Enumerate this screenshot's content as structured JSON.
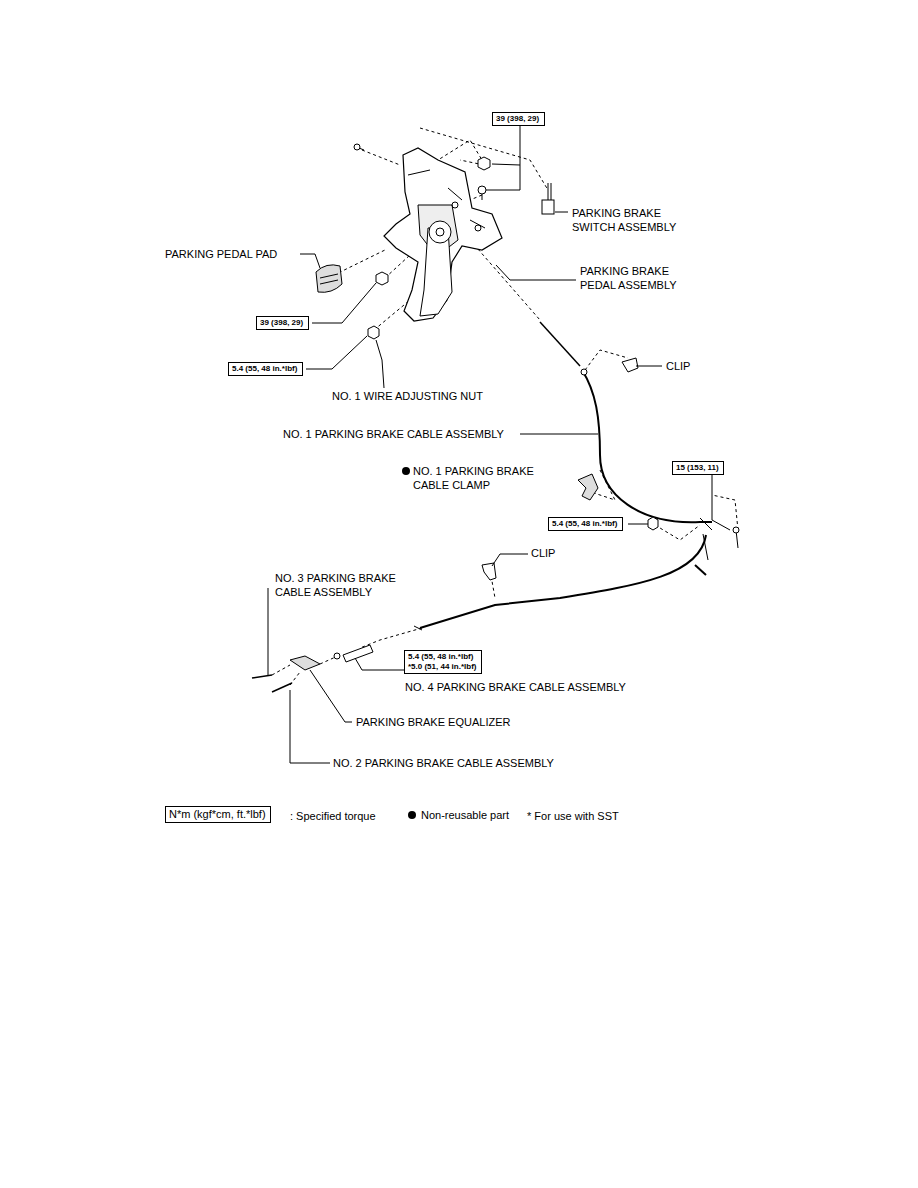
{
  "diagram": {
    "nodes": [
      {
        "text": [
          "39 (398, 29)"
        ]
      },
      {
        "text": [
          "39 (398, 29)"
        ]
      },
      {
        "text": [
          "5.4 (55, 48 in.*lbf)"
        ]
      },
      {
        "text": [
          "15 (153, 11)"
        ]
      },
      {
        "text": [
          "5.4 (55, 48 in.*lbf)"
        ]
      },
      {
        "text": [
          "5.4 (55, 48 in.*lbf)",
          "*5.0 (51, 44 in.*lbf)"
        ]
      },
      {
        "text": [
          "N*m (kgf*cm, ft.*lbf)"
        ]
      }
    ],
    "labels": [
      "PARKING BRAKE SWITCH ASSEMBLY",
      "PARKING PEDAL PAD",
      "PARKING BRAKE PEDAL ASSEMBLY",
      "NO. 1 WIRE ADJUSTING NUT",
      "CLIP",
      "NO. 1 PARKING BRAKE CABLE ASSEMBLY",
      "NO. 1 PARKING BRAKE CABLE CLAMP",
      "CLIP",
      "NO. 3 PARKING BRAKE CABLE ASSEMBLY",
      "NO. 4 PARKING BRAKE CABLE ASSEMBLY",
      "PARKING BRAKE EQUALIZER",
      "NO. 2 PARKING BRAKE CABLE ASSEMBLY",
      ": Specified torque",
      "* For use with SST"
    ],
    "legend": [
      {
        "text": "Non-reusable part"
      }
    ]
  }
}
